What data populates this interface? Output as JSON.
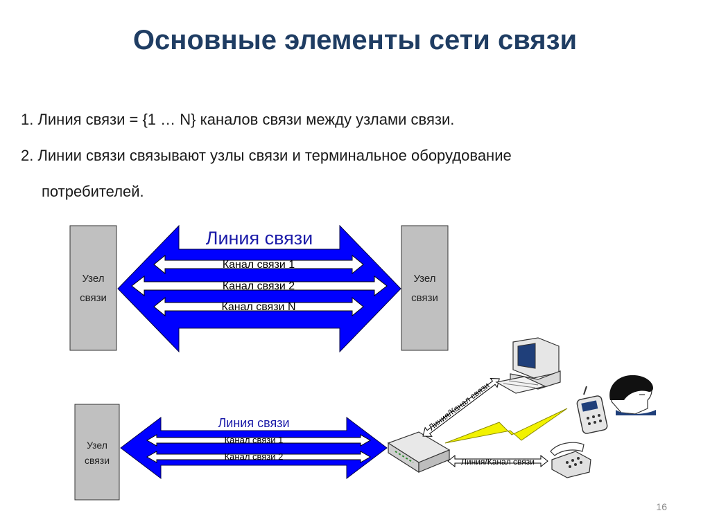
{
  "slide": {
    "title": "Основные элементы сети связи",
    "bullets": [
      "1.  Линия связи = {1 … N} каналов связи между узлами связи.",
      "2.  Линии связи связывают узлы связи и терминальное оборудование",
      "потребителей."
    ],
    "page_number": "16"
  },
  "diagram_top": {
    "node_left": "Узел\nсвязи",
    "node_right": "Узел\nсвязи",
    "line_label": "Линия связи",
    "channels": [
      "Канал связи 1",
      "Канал связи 2",
      "Канал связи N"
    ]
  },
  "diagram_bottom": {
    "node": "Узел\nсвязи",
    "line_label": "Линия связи",
    "channels": [
      "Канал связи 1",
      "Канал связи 2"
    ],
    "link_computer": "Линия/Канал связи",
    "link_phone": "Линия/Канал связи"
  },
  "colors": {
    "title": "#1f3d63",
    "arrow_blue": "#0000ff",
    "node_gray": "#c0c0c0",
    "bolt_yellow": "#f2f200"
  }
}
